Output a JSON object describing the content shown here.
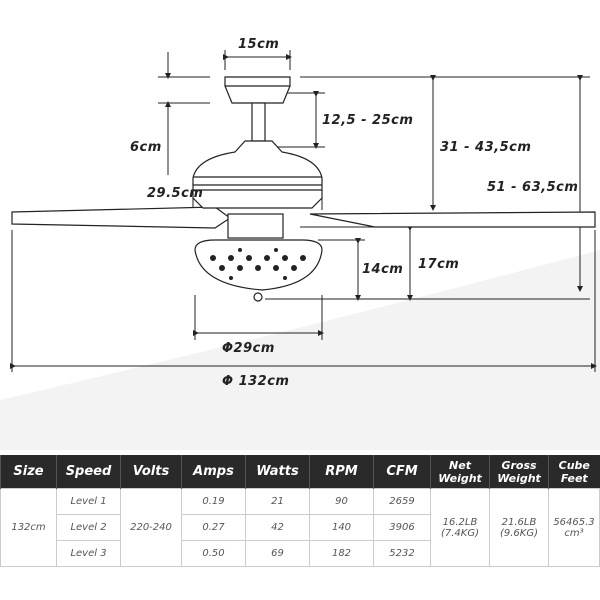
{
  "dimensions": {
    "canopy_width": "15cm",
    "downrod": "12,5 - 25cm",
    "canopy_height": "6cm",
    "height_to_blade": "31 - 43,5cm",
    "motor_width": "29.5cm",
    "total_height": "51 - 63,5cm",
    "glass_height": "14cm",
    "light_kit_height": "17cm",
    "glass_diameter": "Φ29cm",
    "blade_span": "Φ 132cm"
  },
  "table": {
    "headers": [
      "Size",
      "Speed",
      "Volts",
      "Amps",
      "Watts",
      "RPM",
      "CFM",
      "Net Weight",
      "Gross Weight",
      "Cube Feet"
    ],
    "size": "132cm",
    "volts": "220-240",
    "rows": [
      {
        "speed": "Level 1",
        "amps": "0.19",
        "watts": "21",
        "rpm": "90",
        "cfm": "2659"
      },
      {
        "speed": "Level 2",
        "amps": "0.27",
        "watts": "42",
        "rpm": "140",
        "cfm": "3906"
      },
      {
        "speed": "Level 3",
        "amps": "0.50",
        "watts": "69",
        "rpm": "182",
        "cfm": "5232"
      }
    ],
    "net_weight": [
      "16.2LB",
      "(7.4KG)"
    ],
    "gross_weight": [
      "21.6LB",
      "(9.6KG)"
    ],
    "cube": [
      "56465.3",
      "cm³"
    ]
  }
}
